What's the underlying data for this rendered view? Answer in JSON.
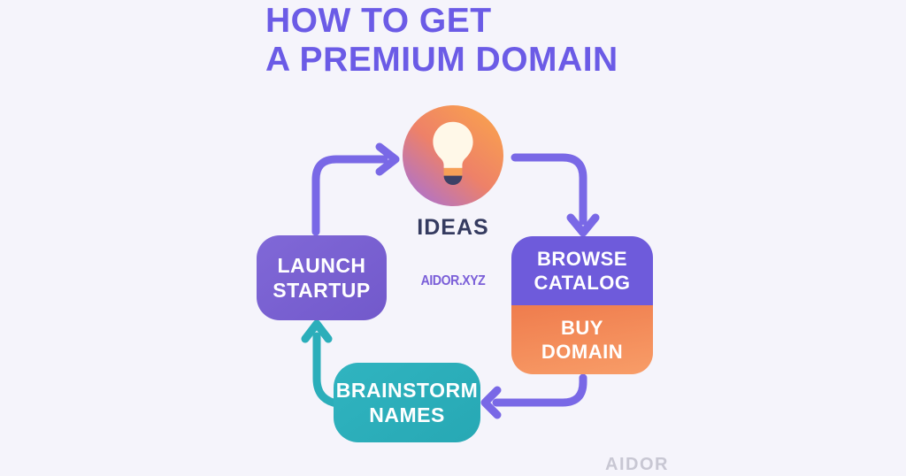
{
  "title": {
    "line1": "HOW TO GET",
    "line2": "A PREMIUM DOMAIN"
  },
  "diagram": {
    "nodes": {
      "ideas": {
        "label": "IDEAS",
        "icon": "lightbulb-icon"
      },
      "launch_startup": {
        "line1": "LAUNCH",
        "line2": "STARTUP"
      },
      "browse_catalog": {
        "line1": "BROWSE",
        "line2": "CATALOG"
      },
      "buy_domain": {
        "line1": "BUY",
        "line2": "DOMAIN"
      },
      "brainstorm_names": {
        "line1": "BRAINSTORM",
        "line2": "NAMES"
      }
    },
    "center_label": "AIDOR.XYZ",
    "arrows": [
      {
        "from": "launch_startup",
        "to": "ideas",
        "color": "#7968E6"
      },
      {
        "from": "ideas",
        "to": "browse_catalog",
        "color": "#7968E6"
      },
      {
        "from": "buy_domain",
        "to": "brainstorm_names",
        "color": "#7968E6"
      },
      {
        "from": "brainstorm_names",
        "to": "launch_startup",
        "color": "#2BAEBA"
      }
    ]
  },
  "watermark": "AIDOR",
  "colors": {
    "background": "#F5F4FB",
    "title-purple": "#6B5BE6",
    "arrow-purple": "#7968E6",
    "launch-purple": "#7A63D1",
    "browse-purple": "#6E5BDB",
    "buy-orange": "#F38B57",
    "teal": "#2BAEBA",
    "navy": "#353B60",
    "bulb-cream": "#FFF8E8",
    "bulb-band-orange": "#F6A057",
    "bulb-base-navy": "#3C4166",
    "center-label-purple": "#7A5ED8",
    "watermark-gray": "#C8C7D3"
  }
}
